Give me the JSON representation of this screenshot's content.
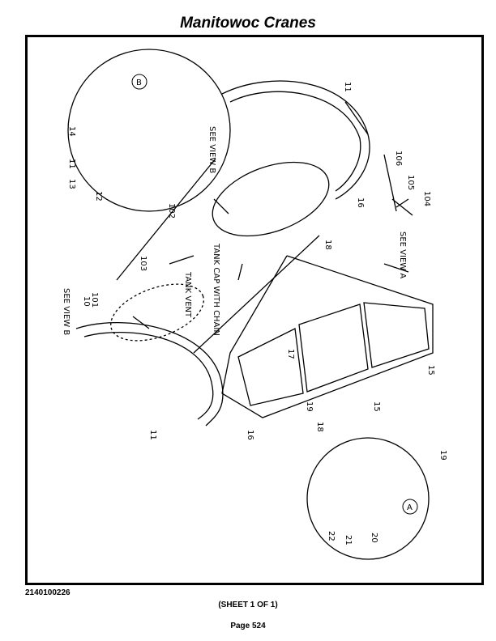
{
  "header": {
    "title": "Manitowoc Cranes"
  },
  "drawing": {
    "callouts": {
      "c11a": "11",
      "c11b": "11",
      "c10": "10",
      "c101": "101",
      "c102": "102",
      "c103": "103",
      "c104": "104",
      "c105": "105",
      "c106": "106",
      "c16a": "16",
      "c16b": "16",
      "c18a": "18",
      "c18b": "18",
      "c19a": "19",
      "c19b": "19",
      "c17": "17",
      "c15a": "15",
      "c15b": "15",
      "c14": "14",
      "c11c": "11",
      "c13": "13",
      "c12": "12",
      "c22": "22",
      "c21": "21",
      "c20": "20"
    },
    "notes": {
      "see_view_b": "SEE VIEW B",
      "see_view_a": "SEE VIEW A",
      "see_view_b2": "SEE VIEW B",
      "tank_vent": "TANK VENT",
      "tank_cap": "TANK CAP WITH CHAIN"
    },
    "view_labels": {
      "b": "B",
      "a": "A"
    }
  },
  "footer": {
    "part_number": "2140100226",
    "sheet": "(SHEET 1 OF 1)",
    "page": "Page 524"
  }
}
